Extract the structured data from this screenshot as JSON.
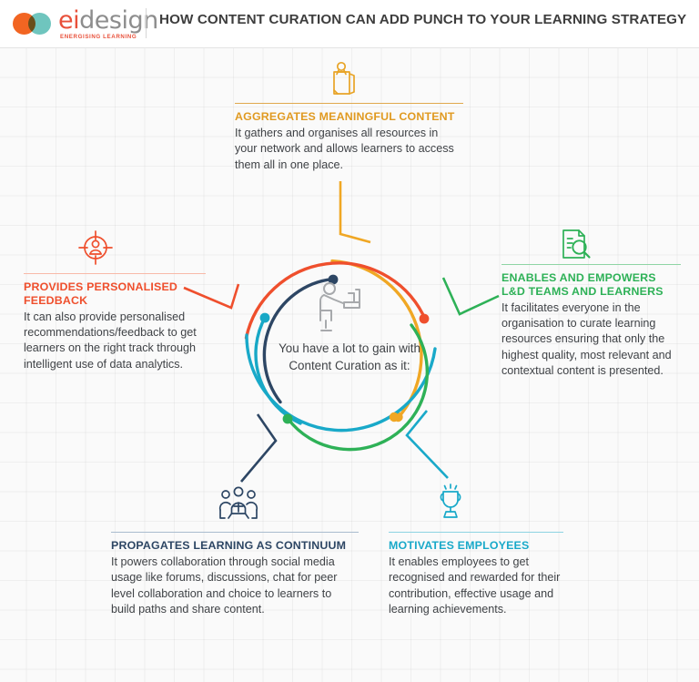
{
  "header": {
    "logo": {
      "brand_ei": "ei",
      "brand_design": "design",
      "tagline": "ENERGISING LEARNING",
      "circle_orange": "#f26522",
      "circle_teal": "#5bbdb5"
    },
    "title": "HOW CONTENT CURATION CAN ADD PUNCH TO YOUR LEARNING STRATEGY"
  },
  "center": {
    "text": "You have a lot to gain with Content Curation as it:",
    "icon": "person-at-computer-icon",
    "icon_color": "#a7a9ac"
  },
  "sections": [
    {
      "id": "aggregate",
      "heading": "AGGREGATES MEANINGFUL CONTENT",
      "body": "It gathers and organises all resources in your network and allows learners to access them all in one place.",
      "color": "#e8a427",
      "icon": "documents-pin-icon"
    },
    {
      "id": "feedback",
      "heading": "PROVIDES PERSONALISED FEEDBACK",
      "body": "It can also provide personalised recommendations/feedback to get learners on the right track through intelligent use of data analytics.",
      "color": "#ef4f2d",
      "icon": "target-person-icon"
    },
    {
      "id": "enables",
      "heading": "ENABLES AND EMPOWERS L&D TEAMS AND LEARNERS",
      "body": "It facilitates everyone in the organisation to curate learning resources ensuring that only the highest quality, most relevant and contextual content is presented.",
      "color": "#2eb157",
      "icon": "document-search-icon"
    },
    {
      "id": "propagates",
      "heading": "PROPAGATES LEARNING AS CONTINUUM",
      "body": "It powers collaboration through social media usage like forums, discussions, chat for peer level collaboration and choice to learners to build paths and share content.",
      "color": "#2d4664",
      "icon": "group-people-icon"
    },
    {
      "id": "motivates",
      "heading": "MOTIVATES EMPLOYEES",
      "body": "It enables employees to get recognised and rewarded for their contribution, effective usage and learning achievements.",
      "color": "#19a9c9",
      "icon": "trophy-icon"
    }
  ]
}
